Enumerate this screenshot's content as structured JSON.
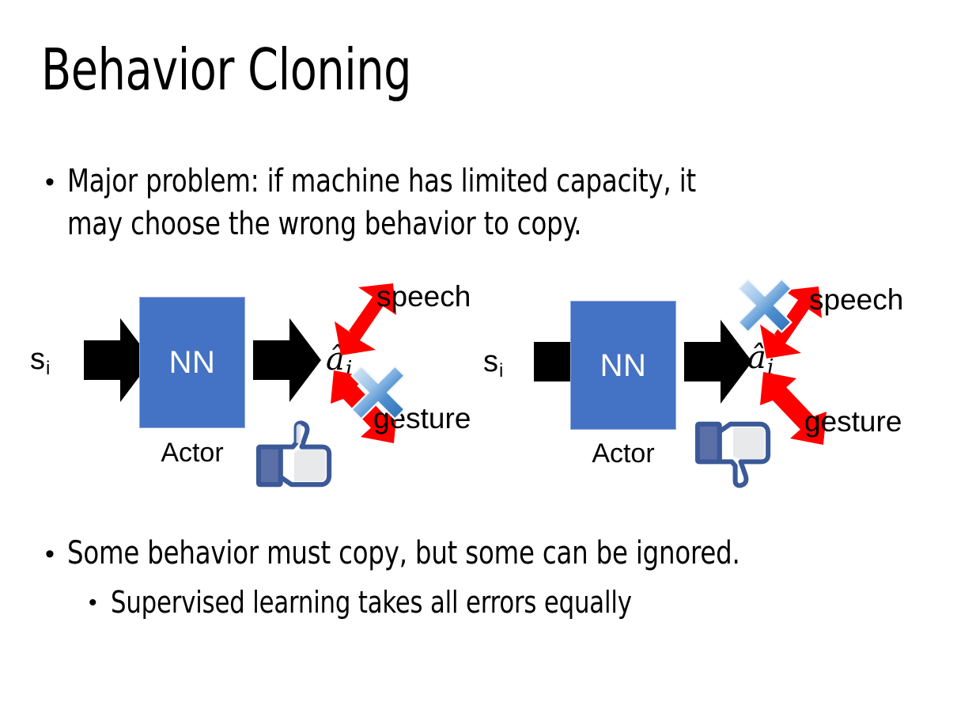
{
  "slide": {
    "title": "Behavior Cloning",
    "background_color": "#FFFFFF",
    "text_color": "#000000"
  },
  "bullets": {
    "top": {
      "marker": "•",
      "line1": "Major problem: if machine has limited capacity, it",
      "line2": "may choose the wrong behavior to copy."
    },
    "bottom": {
      "marker": "•",
      "line1": "Some behavior must copy, but some can be ignored.",
      "sub_marker": "•",
      "line2": "Supervised learning takes all errors equally"
    }
  },
  "colors": {
    "nn_blue": "#4472C4",
    "nn_border": "#8FAADC",
    "arrow_black": "#000000",
    "arrow_red": "#FF0000",
    "cross_blue_light": "#C5DBF2",
    "cross_blue_mid": "#6FA8DC",
    "cross_blue_dark": "#2E75B6",
    "thumb_outline": "#3B5998",
    "thumb_fill": "#FFFFFF",
    "thumb_shade": "#E3E5E8",
    "thumb_cuff": "#5B6FA8"
  },
  "diagrams": [
    {
      "id": "left",
      "input_label": "s",
      "input_subscript": "i",
      "box_label": "NN",
      "box_caption": "Actor",
      "output_label": "â",
      "output_subscript": "i",
      "branches": [
        {
          "name": "speech",
          "label": "speech",
          "crossed": false
        },
        {
          "name": "gesture",
          "label": "gesture",
          "crossed": true
        }
      ],
      "verdict_icon": "thumbs-up-icon",
      "verdict": "approve"
    },
    {
      "id": "right",
      "input_label": "s",
      "input_subscript": "i",
      "box_label": "NN",
      "box_caption": "Actor",
      "output_label": "â",
      "output_subscript": "i",
      "branches": [
        {
          "name": "speech",
          "label": "speech",
          "crossed": true
        },
        {
          "name": "gesture",
          "label": "gesture",
          "crossed": false
        }
      ],
      "verdict_icon": "thumbs-down-icon",
      "verdict": "reject"
    }
  ]
}
